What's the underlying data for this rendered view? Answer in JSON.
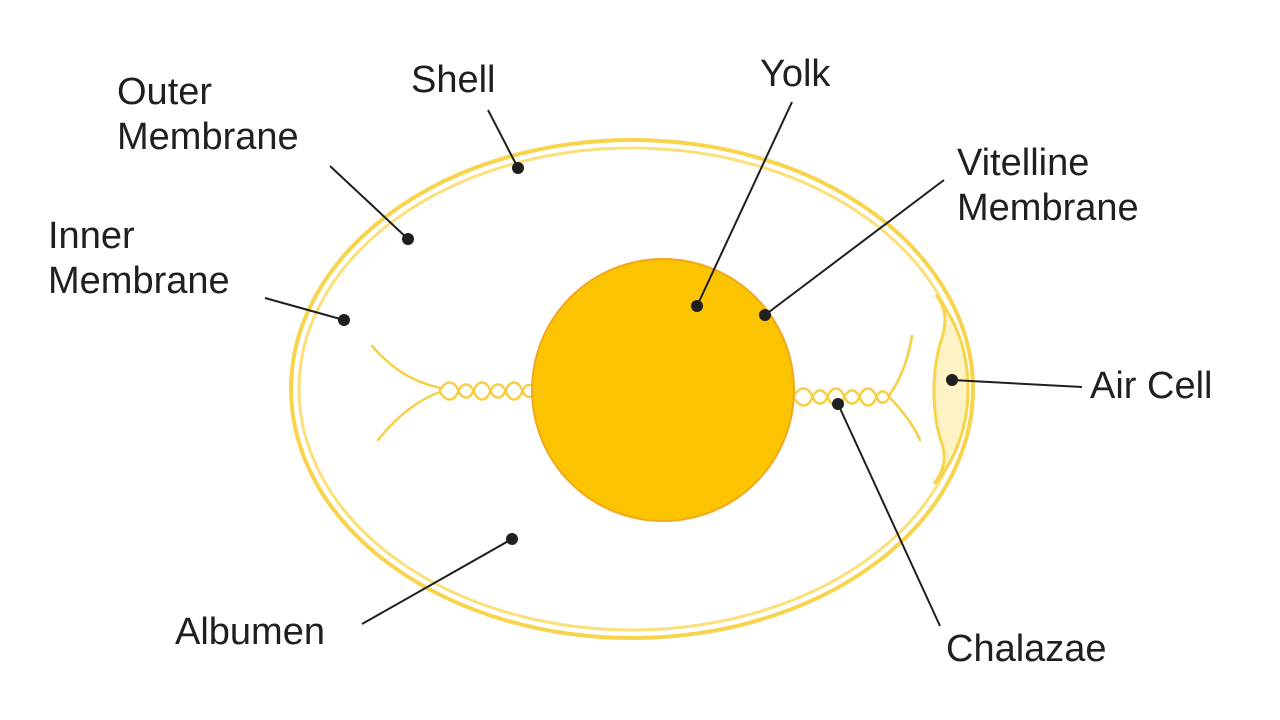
{
  "colors": {
    "shell": "#f7d44c",
    "shell_inner": "#fbe07a",
    "yolk": "#fcc400",
    "yolk_edge": "#f2a81d",
    "air_cell": "#fdf3c4",
    "chalaza": "#f6cf45",
    "leader": "#1f1f1f"
  },
  "labels": {
    "outer_membrane": {
      "line1": "Outer",
      "line2": "Membrane"
    },
    "shell": {
      "text": "Shell"
    },
    "yolk": {
      "text": "Yolk"
    },
    "vitelline_membrane": {
      "line1": "Vitelline",
      "line2": "Membrane"
    },
    "inner_membrane": {
      "line1": "Inner",
      "line2": "Membrane"
    },
    "air_cell": {
      "text": "Air Cell"
    },
    "albumen": {
      "text": "Albumen"
    },
    "chalazae": {
      "text": "Chalazae"
    }
  }
}
